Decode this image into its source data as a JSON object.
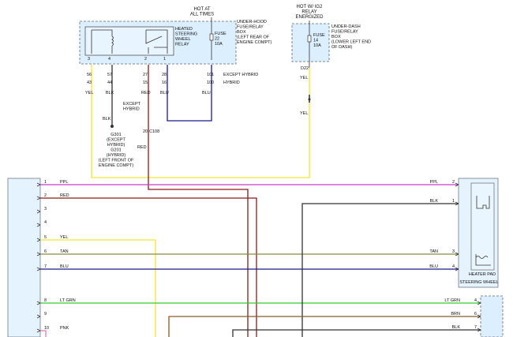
{
  "colors": {
    "yel": "#f2e630",
    "blk": "#333333",
    "red": "#8b1a1a",
    "blu": "#1a1a8c",
    "ppl": "#c83cc8",
    "tan": "#8a8a3a",
    "ltgrn": "#33cc33",
    "brn": "#8b5a2b",
    "pnk": "#e87bb0",
    "box_fill": "#dcefff"
  },
  "hot_at_all_times": "HOT AT\nALL TIMES",
  "underhood_box": "UNDER-HOOD\nFUSE/RELAY\nBOX\n(LEFT REAR OF\nENGINE COMPT)",
  "fuse22": "FUSE\n22\n10A",
  "relay_label": "HEATED\nSTEERING\nWHEEL\nRELAY",
  "relay_pins": [
    "3",
    "4",
    "2",
    "1"
  ],
  "hot_w_ig2": "HOT W/ IG2\nRELAY\nENERGIZED",
  "underdash_box": "UNDER-DASH\nFUSE/RELAY\nBOX\n(LOWER LEFT END\nOF DASH)",
  "fuse14": "FUSE\n14\n10A",
  "d22": "D22",
  "yel": "YEL",
  "upper_pins": [
    "56",
    "57",
    "27",
    "28"
  ],
  "lower_pins": [
    "43",
    "44",
    "15",
    "16"
  ],
  "upper_colors": [
    "YEL",
    "BLK",
    "RED",
    "BLU"
  ],
  "pin101": "101",
  "pin100": "100",
  "except_hybrid": "EXCEPT HYBRID",
  "hybrid": "HYBRID",
  "blu": "BLU",
  "except_hybrid_small": "EXCEPT\nHYBRID",
  "blk": "BLK",
  "ground": "G301\n(EXCEPT\nHYBRID)\nG201\n(HYBRID)\n(LEFT FRONT OF\nENGINE COMPT)",
  "pin20": "20",
  "c108": "C108",
  "red": "RED",
  "left_rows": [
    {
      "pin": "1",
      "color": "PPL"
    },
    {
      "pin": "2",
      "color": "RED"
    },
    {
      "pin": "3",
      "color": ""
    },
    {
      "pin": "4",
      "color": ""
    },
    {
      "pin": "5",
      "color": "YEL"
    },
    {
      "pin": "6",
      "color": "TAN"
    },
    {
      "pin": "7",
      "color": "BLU"
    },
    {
      "pin": "8",
      "color": "LT GRN"
    },
    {
      "pin": "9",
      "color": ""
    },
    {
      "pin": "10",
      "color": "PNK"
    }
  ],
  "right_rows": [
    {
      "pin": "2",
      "color": "PPL"
    },
    {
      "pin": "1",
      "color": "BLK"
    },
    {
      "pin": "3",
      "color": "TAN"
    },
    {
      "pin": "4",
      "color": "BLU"
    },
    {
      "pin": "4",
      "color": "LT GRN"
    },
    {
      "pin": "6",
      "color": "BRN"
    },
    {
      "pin": "7",
      "color": "BLK"
    }
  ],
  "heater_pad": "HEATER PAD",
  "steering_wheel": "STEERING WHEEL"
}
